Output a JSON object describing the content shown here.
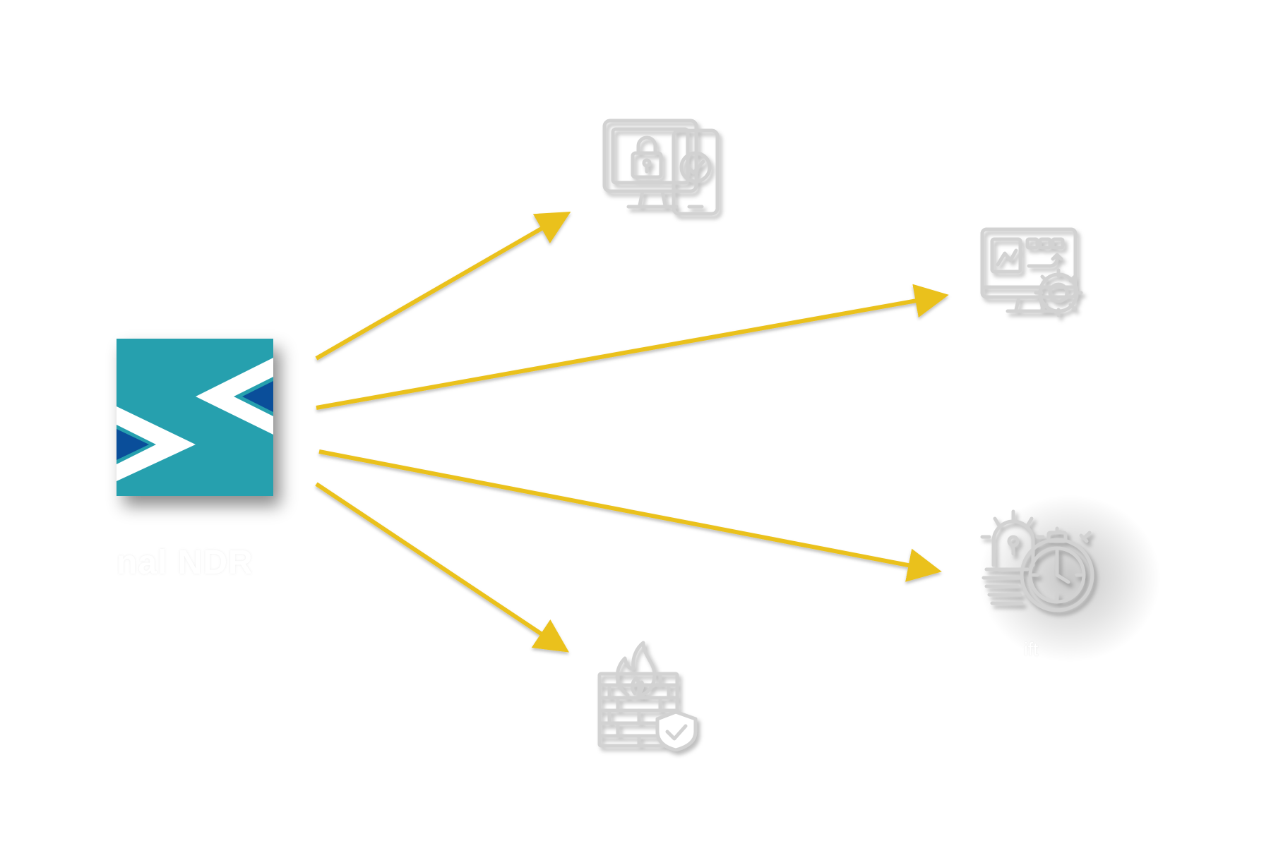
{
  "source": {
    "label": "nal NDR",
    "logo": {
      "name": "brand-logo",
      "colors": {
        "background": "#26A0AE",
        "chevron": "#FFFFFF",
        "accent": "#0A4E9A"
      }
    }
  },
  "targets": [
    {
      "name": "monitor-lock-phone-check-icon",
      "label": ""
    },
    {
      "name": "dashboard-gear-icon",
      "label": ""
    },
    {
      "name": "alarm-stopwatch-icon",
      "label": "ift"
    },
    {
      "name": "firewall-flame-shield-icon",
      "label": ""
    }
  ],
  "colors": {
    "arrow": "#EAC11C",
    "icon_stroke": "#D2D2D2"
  }
}
